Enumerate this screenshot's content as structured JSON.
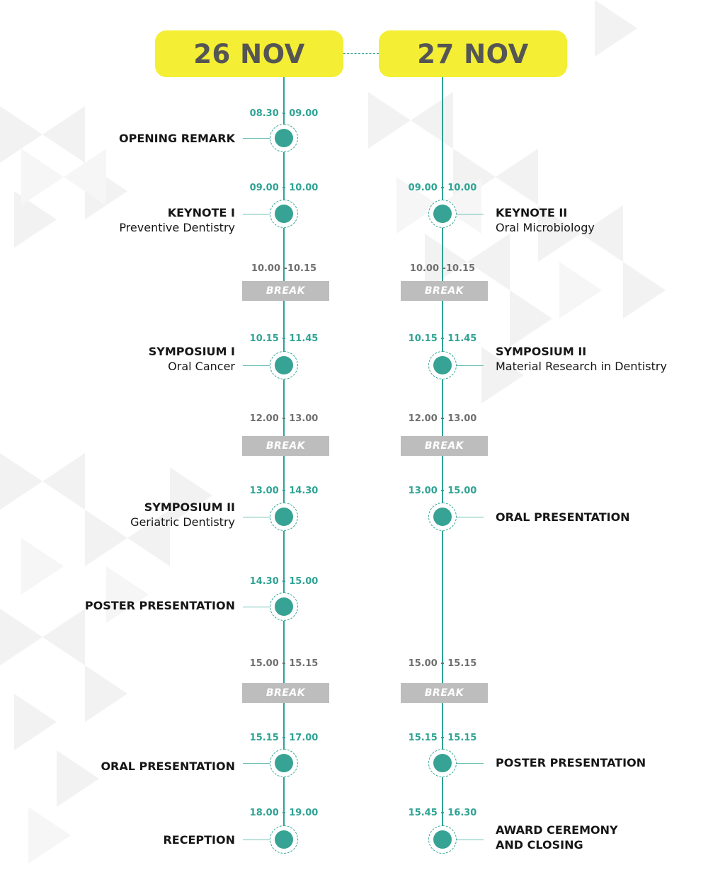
{
  "days": [
    {
      "label": "26 NOV",
      "events": [
        {
          "time": "08.30 - 09.00",
          "title": "OPENING REMARK",
          "subtitle": ""
        },
        {
          "time": "09.00 - 10.00",
          "title": "KEYNOTE I",
          "subtitle": "Preventive Dentistry"
        },
        {
          "time": "10.15 - 11.45",
          "title": "SYMPOSIUM I",
          "subtitle": "Oral Cancer"
        },
        {
          "time": "13.00 - 14.30",
          "title": "SYMPOSIUM II",
          "subtitle": "Geriatric Dentistry"
        },
        {
          "time": "14.30 - 15.00",
          "title": "POSTER PRESENTATION",
          "subtitle": ""
        },
        {
          "time": "15.15 - 17.00",
          "title": "ORAL PRESENTATION",
          "subtitle": ""
        },
        {
          "time": "18.00 - 19.00",
          "title": "RECEPTION",
          "subtitle": ""
        }
      ],
      "breaks": [
        {
          "time": "10.00 -10.15",
          "label": "BREAK"
        },
        {
          "time": "12.00 - 13.00",
          "label": "BREAK"
        },
        {
          "time": "15.00 - 15.15",
          "label": "BREAK"
        }
      ]
    },
    {
      "label": "27 NOV",
      "events": [
        {
          "time": "09.00 - 10.00",
          "title": "KEYNOTE II",
          "subtitle": "Oral Microbiology"
        },
        {
          "time": "10.15 - 11.45",
          "title": "SYMPOSIUM II",
          "subtitle": "Material Research in Dentistry"
        },
        {
          "time": "13.00 - 15.00",
          "title": "ORAL PRESENTATION",
          "subtitle": ""
        },
        {
          "time": "15.15 - 15.15",
          "title": "POSTER PRESENTATION",
          "subtitle": ""
        },
        {
          "time": "15.45 - 16.30",
          "title": "AWARD CEREMONY",
          "subtitle": "AND CLOSING"
        }
      ],
      "breaks": [
        {
          "time": "10.00 -10.15",
          "label": "BREAK"
        },
        {
          "time": "12.00 - 13.00",
          "label": "BREAK"
        },
        {
          "time": "15.00 - 15.15",
          "label": "BREAK"
        }
      ]
    }
  ],
  "colors": {
    "accent": "#2fa394",
    "pill": "#f4ee34",
    "pill_text": "#555555",
    "break_bg": "#bdbdbd",
    "break_time": "#6f6f6f",
    "text": "#161616"
  }
}
